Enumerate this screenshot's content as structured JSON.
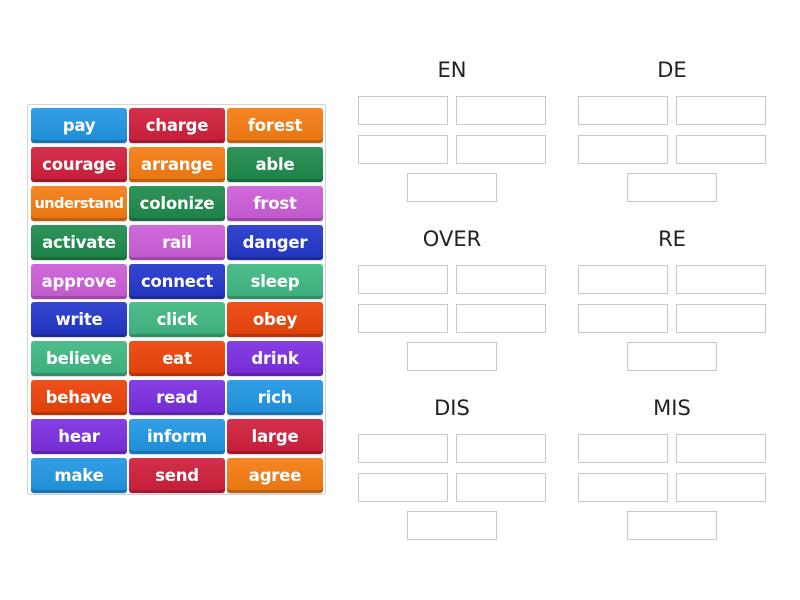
{
  "activity": {
    "type": "group-sort",
    "tile_colors": {
      "blue": "#2196e3",
      "red": "#d01f3c",
      "orange": "#f57c12",
      "green": "#1e8a4c",
      "pink": "#cc5ed8",
      "navy": "#2337cb",
      "teal": "#3fb882",
      "redorange": "#ec4309",
      "purple": "#7b2fe0"
    },
    "tiles": [
      {
        "label": "pay",
        "color": "#2196e3"
      },
      {
        "label": "charge",
        "color": "#d01f3c"
      },
      {
        "label": "forest",
        "color": "#f57c12"
      },
      {
        "label": "courage",
        "color": "#d01f3c"
      },
      {
        "label": "arrange",
        "color": "#f57c12"
      },
      {
        "label": "able",
        "color": "#1e8a4c"
      },
      {
        "label": "understand",
        "color": "#f57c12"
      },
      {
        "label": "colonize",
        "color": "#1e8a4c"
      },
      {
        "label": "frost",
        "color": "#cc5ed8"
      },
      {
        "label": "activate",
        "color": "#1e8a4c"
      },
      {
        "label": "rail",
        "color": "#cc5ed8"
      },
      {
        "label": "danger",
        "color": "#2337cb"
      },
      {
        "label": "approve",
        "color": "#cc5ed8"
      },
      {
        "label": "connect",
        "color": "#2337cb"
      },
      {
        "label": "sleep",
        "color": "#3fb882"
      },
      {
        "label": "write",
        "color": "#2337cb"
      },
      {
        "label": "click",
        "color": "#3fb882"
      },
      {
        "label": "obey",
        "color": "#ec4309"
      },
      {
        "label": "believe",
        "color": "#3fb882"
      },
      {
        "label": "eat",
        "color": "#ec4309"
      },
      {
        "label": "drink",
        "color": "#7b2fe0"
      },
      {
        "label": "behave",
        "color": "#ec4309"
      },
      {
        "label": "read",
        "color": "#7b2fe0"
      },
      {
        "label": "rich",
        "color": "#2196e3"
      },
      {
        "label": "hear",
        "color": "#7b2fe0"
      },
      {
        "label": "inform",
        "color": "#2196e3"
      },
      {
        "label": "large",
        "color": "#d01f3c"
      },
      {
        "label": "make",
        "color": "#2196e3"
      },
      {
        "label": "send",
        "color": "#d01f3c"
      },
      {
        "label": "agree",
        "color": "#f57c12"
      }
    ],
    "groups": [
      {
        "title": "EN",
        "slots": 5
      },
      {
        "title": "DE",
        "slots": 5
      },
      {
        "title": "OVER",
        "slots": 5
      },
      {
        "title": "RE",
        "slots": 5
      },
      {
        "title": "DIS",
        "slots": 5
      },
      {
        "title": "MIS",
        "slots": 5
      }
    ]
  }
}
